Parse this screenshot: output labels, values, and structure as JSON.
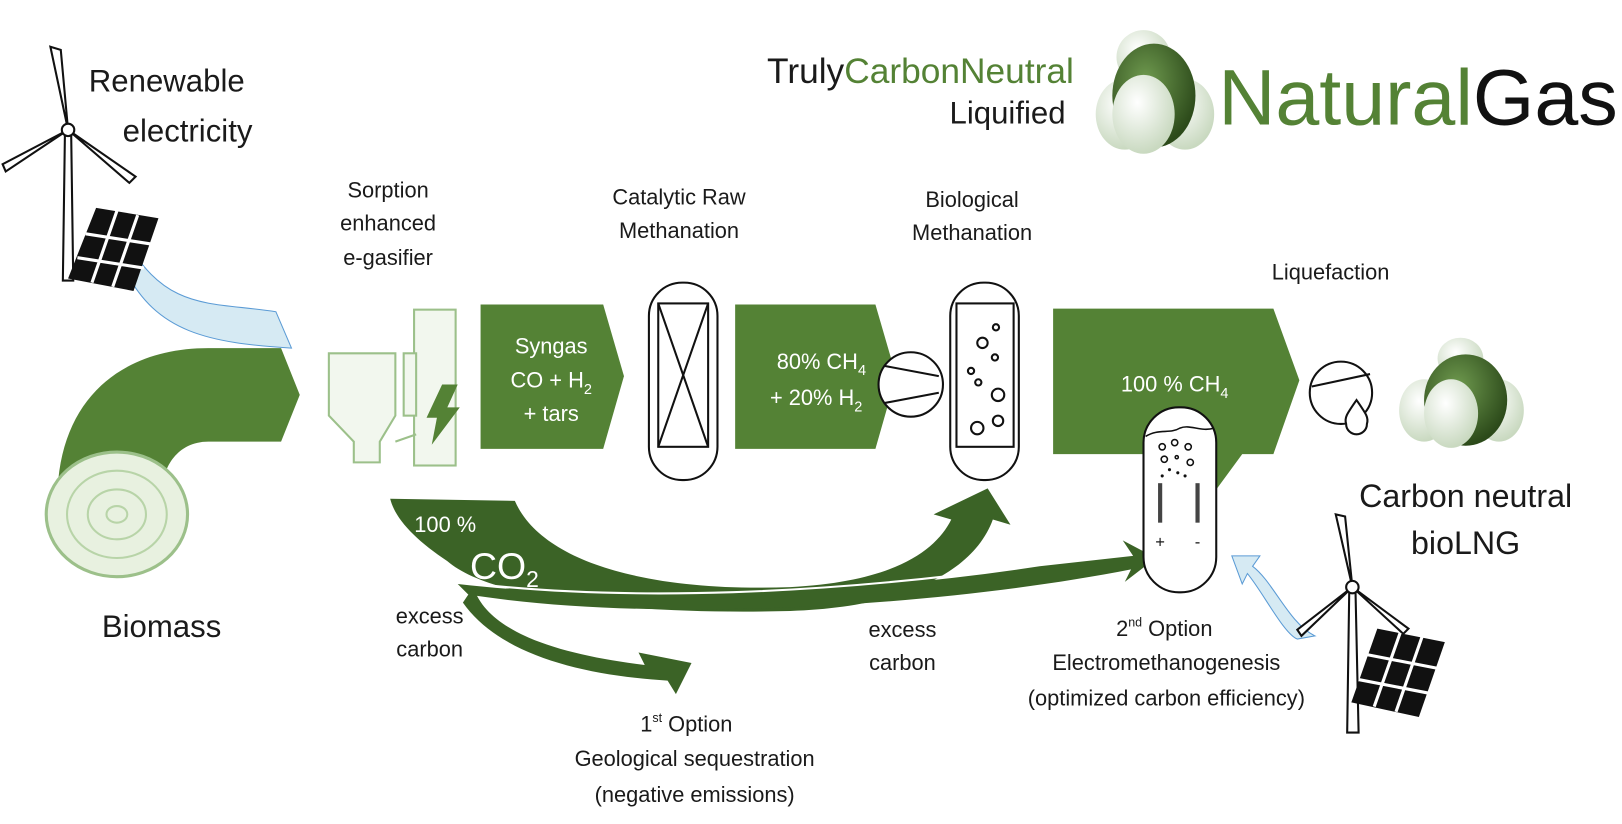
{
  "logo": {
    "truly": "Truly",
    "carbon_neutral": "CarbonNeutral",
    "liquified": "Liquified",
    "natural": "Natural",
    "gas": "Gas"
  },
  "inputs": {
    "renewable_line1": "Renewable",
    "renewable_line2": "electricity",
    "biomass": "Biomass"
  },
  "stages": {
    "gasifier": [
      "Sorption",
      "enhanced",
      "e-gasifier"
    ],
    "catalytic": [
      "Catalytic Raw",
      "Methanation"
    ],
    "biological": [
      "Biological",
      "Methanation"
    ],
    "liquefaction": "Liquefaction"
  },
  "flows": {
    "syngas": {
      "line1": "Syngas",
      "line2_a": "CO + H",
      "line2_sub": "2",
      "line3": "+ tars"
    },
    "mix": {
      "line1_a": "80% CH",
      "line1_sub": "4",
      "line2_a": "+ 20% H",
      "line2_sub": "2"
    },
    "methane": {
      "a": "100 % CH",
      "sub": "4"
    },
    "co2": {
      "pct": "100 %",
      "a": "CO",
      "sub": "2"
    }
  },
  "output": {
    "line1": "Carbon neutral",
    "line2": "bioLNG"
  },
  "excess": {
    "left": [
      "excess",
      "carbon"
    ],
    "right": [
      "excess",
      "carbon"
    ]
  },
  "option1": {
    "num": "1",
    "sup": "st",
    "word": " Option",
    "line2": "Geological sequestration",
    "line3": "(negative emissions)"
  },
  "option2": {
    "num": "2",
    "sup": "nd",
    "word": " Option",
    "line2": "Electromethanogenesis",
    "line3": "(optimized carbon efficiency)"
  },
  "electrodes": {
    "plus": "+",
    "minus": "-"
  },
  "colors": {
    "green": "#548235",
    "dark_green": "#3b6326",
    "light_blue": "#d6eaf3",
    "pale_green": "#b8d4a8"
  }
}
